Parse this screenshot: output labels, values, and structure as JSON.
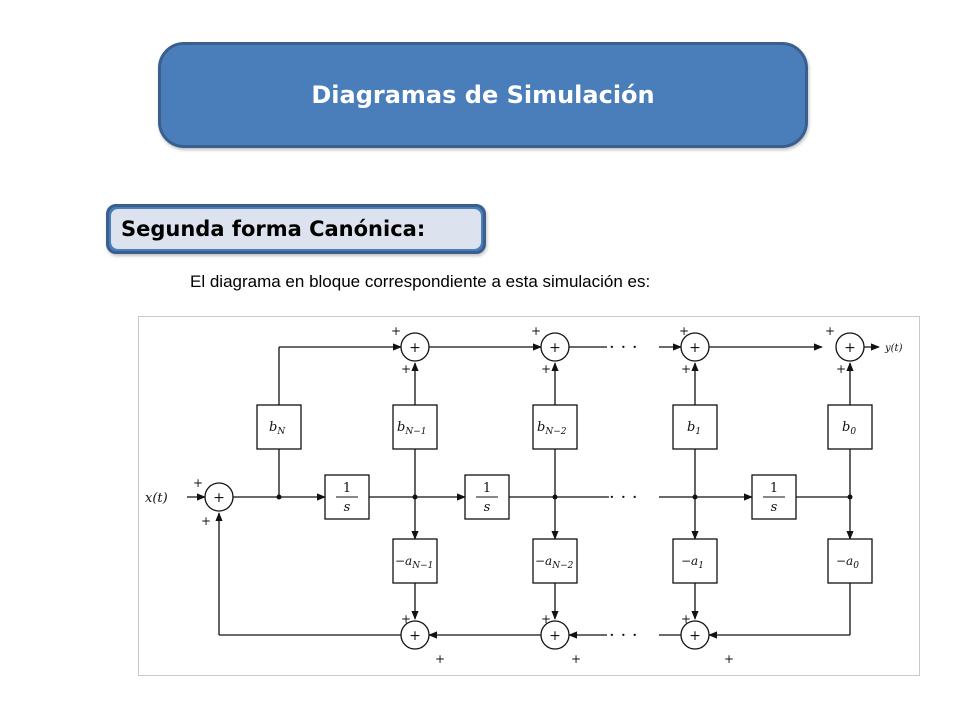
{
  "slide": {
    "title": "Diagramas de Simulación",
    "section_heading": "Segunda forma Canónica:",
    "description": "El diagrama en bloque correspondiente a esta simulación es:"
  },
  "diagram": {
    "input_label": "x(t)",
    "output_label": "y(t)",
    "ellipsis": "· · ·",
    "plus_sign": "+",
    "integrator": {
      "numerator": "1",
      "denominator": "s"
    },
    "feedforward_gains": [
      {
        "label": "b",
        "sub": "N"
      },
      {
        "label": "b",
        "sub": "N−1"
      },
      {
        "label": "b",
        "sub": "N−2"
      },
      {
        "label": "b",
        "sub": "1"
      },
      {
        "label": "b",
        "sub": "0"
      }
    ],
    "feedback_gains": [
      {
        "label": "−a",
        "sub": "N−1"
      },
      {
        "label": "−a",
        "sub": "N−2"
      },
      {
        "label": "−a",
        "sub": "1"
      },
      {
        "label": "−a",
        "sub": "0"
      }
    ]
  }
}
